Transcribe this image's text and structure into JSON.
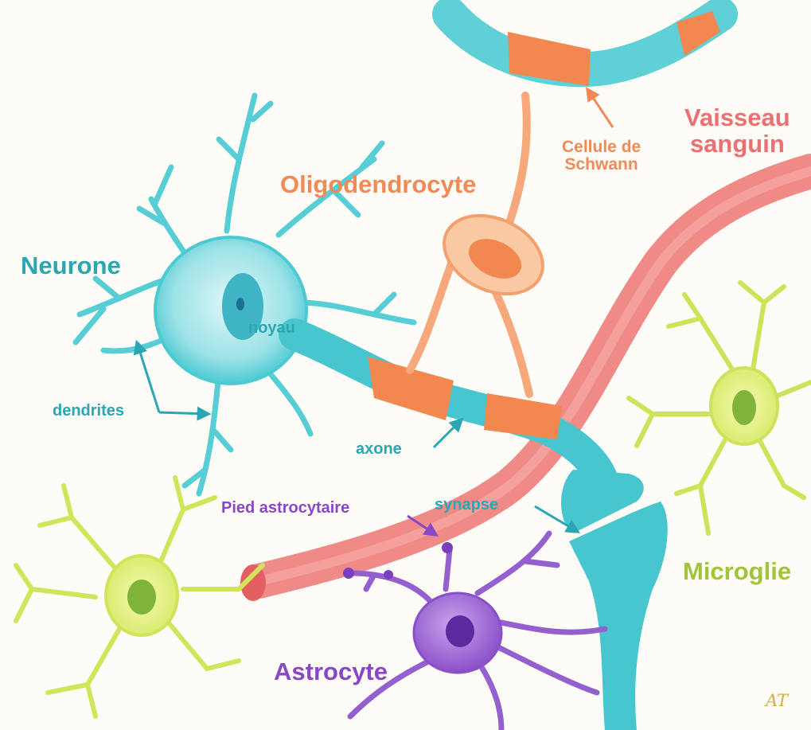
{
  "colors": {
    "neuron": "#3fc6cf",
    "neuron_label": "#2aa7b3",
    "oligodendrocyte": "#f2874f",
    "oligodendrocyte_label": "#f08a57",
    "vessel": "#ec7a78",
    "vessel_label": "#ec6f72",
    "astrocyte": "#8c4dc7",
    "astrocyte_label": "#8a46c8",
    "microglia": "#c9e04a",
    "microglia_label": "#a2c43a",
    "signature": "#d4b03a"
  },
  "labels": {
    "neurone": "Neurone",
    "oligodendrocyte": "Oligodendrocyte",
    "vaisseau_line1": "Vaisseau",
    "vaisseau_line2": "sanguin",
    "schwann_line1": "Cellule de",
    "schwann_line2": "Schwann",
    "noyau": "noyau",
    "dendrites": "dendrites",
    "axone": "axone",
    "pied_astrocytaire": "Pied astrocytaire",
    "synapse": "synapse",
    "microglie": "Microglie",
    "astrocyte": "Astrocyte"
  },
  "signature": "AT"
}
